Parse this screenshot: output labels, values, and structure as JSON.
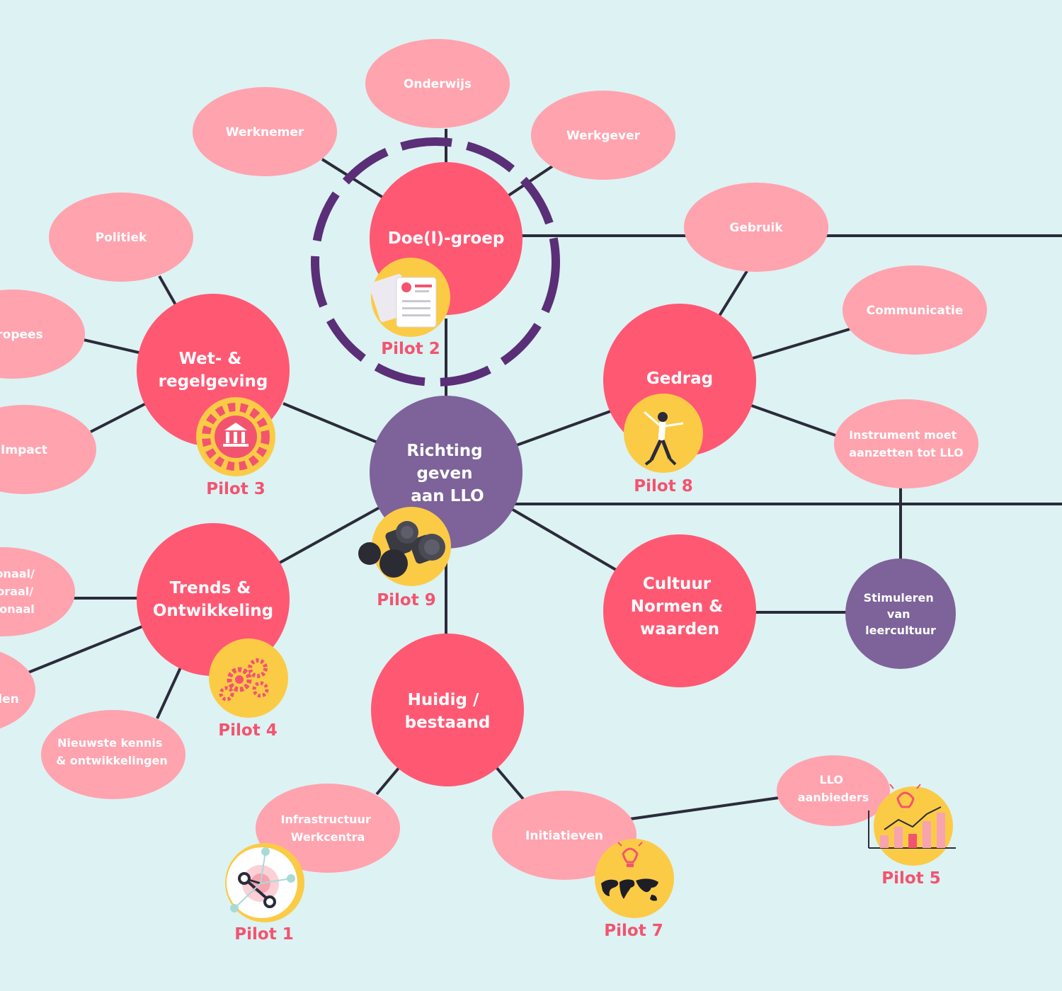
{
  "colors": {
    "background": "#ddf2f3",
    "main_node": "#ff5873",
    "center_node": "#7d6399",
    "leaf_node": "#ffa3af",
    "pilot_badge": "#fbcb46",
    "pilot_text": "#f2546f",
    "ring": "#5a2f77",
    "edge": "#2b2b3a"
  },
  "center": {
    "lines": [
      "Richting",
      "geven",
      "aan LLO"
    ]
  },
  "main_nodes": {
    "doel_groep": {
      "lines": [
        "Doe(l)-groep"
      ]
    },
    "wet": {
      "lines": [
        "Wet- &",
        "regelgeving"
      ]
    },
    "gedrag": {
      "lines": [
        "Gedrag"
      ]
    },
    "trends": {
      "lines": [
        "Trends &",
        "Ontwikkeling"
      ]
    },
    "cultuur": {
      "lines": [
        "Cultuur",
        "Normen &",
        "waarden"
      ]
    },
    "huidig": {
      "lines": [
        "Huidig /",
        "bestaand"
      ]
    }
  },
  "sub_node": {
    "lines": [
      "Stimuleren",
      "van",
      "leercultuur"
    ]
  },
  "leaf_nodes": {
    "onderwijs": {
      "lines": [
        "Onderwijs"
      ]
    },
    "werknemer": {
      "lines": [
        "Werknemer"
      ]
    },
    "werkgever": {
      "lines": [
        "Werkgever"
      ]
    },
    "politiek": {
      "lines": [
        "Politiek"
      ]
    },
    "europees": {
      "lines": [
        "ropees"
      ]
    },
    "impact": {
      "lines": [
        "Impact"
      ]
    },
    "gebruik": {
      "lines": [
        "Gebruik"
      ]
    },
    "communicatie": {
      "lines": [
        "Communicatie"
      ]
    },
    "instrument": {
      "lines": [
        "Instrument moet",
        "aanzetten tot LLO"
      ]
    },
    "nationaal": {
      "lines": [
        "onaal/",
        "oraal/",
        "onaal"
      ]
    },
    "len": {
      "lines": [
        "len"
      ]
    },
    "nieuwste": {
      "lines": [
        "Nieuwste kennis",
        "& ontwikkelingen"
      ]
    },
    "infrastructuur": {
      "lines": [
        "Infrastructuur",
        "Werkcentra"
      ]
    },
    "initiatieven": {
      "lines": [
        "Initiatieven"
      ]
    },
    "llo_aanbieders": {
      "lines": [
        "LLO",
        "aanbieders"
      ]
    }
  },
  "pilots": {
    "p1": {
      "label": "Pilot 1",
      "icon": "network-icon"
    },
    "p2": {
      "label": "Pilot 2",
      "icon": "documents-icon"
    },
    "p3": {
      "label": "Pilot 3",
      "icon": "government-gear-icon"
    },
    "p4": {
      "label": "Pilot 4",
      "icon": "gears-icon"
    },
    "p5": {
      "label": "Pilot 5",
      "icon": "growth-chart-icon"
    },
    "p7": {
      "label": "Pilot 7",
      "icon": "world-map-lightbulb-icon"
    },
    "p8": {
      "label": "Pilot 8",
      "icon": "jumping-person-icon"
    },
    "p9": {
      "label": "Pilot 9",
      "icon": "binoculars-icon"
    }
  }
}
